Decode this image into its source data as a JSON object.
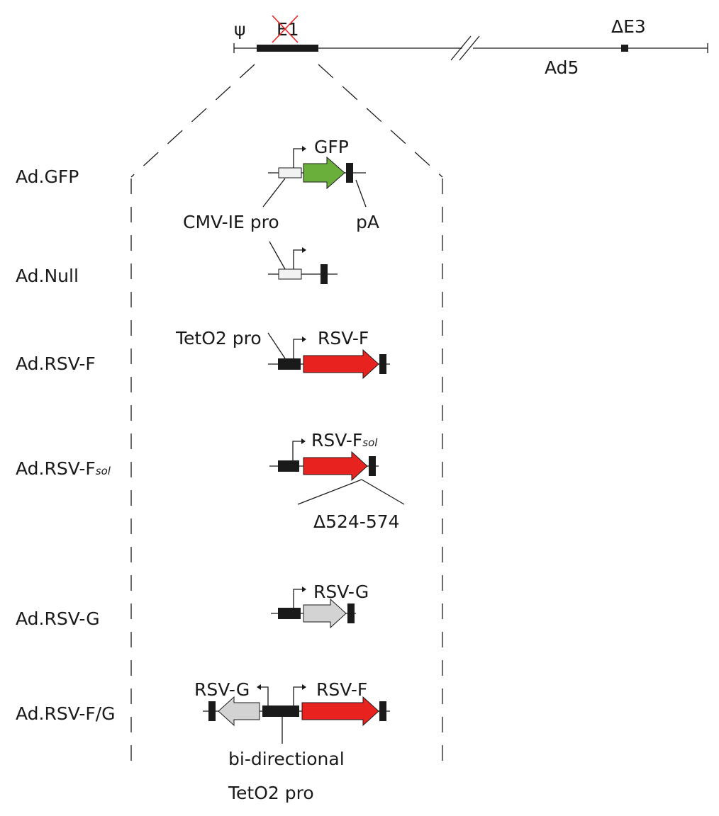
{
  "genome": {
    "psi_label": "ψ",
    "e1_label": "E1",
    "e3_label": "ΔE3",
    "ad5_label": "Ad5"
  },
  "constructs": [
    {
      "name": "Ad.GFP",
      "gene_label": "GFP",
      "gene_color": "#6aae3c"
    },
    {
      "name": "Ad.Null"
    },
    {
      "name": "Ad.RSV-F",
      "gene_label": "RSV-F",
      "gene_color": "#e8231f"
    },
    {
      "name_main": "Ad.RSV-F",
      "name_sub": "sol",
      "gene_label_main": "RSV-F",
      "gene_label_sub": "sol",
      "gene_color": "#e8231f"
    },
    {
      "name": "Ad.RSV-G",
      "gene_label": "RSV-G",
      "gene_color": "#d3d3d3"
    },
    {
      "name": "Ad.RSV-F/G",
      "gene_label_left": "RSV-G",
      "gene_label_right": "RSV-F"
    }
  ],
  "annotations": {
    "cmv_pro": "CMV-IE pro",
    "pa": "pA",
    "teto2_pro": "TetO2 pro",
    "deletion": "Δ524-574",
    "bidirectional_line1": "bi-directional",
    "bidirectional_line2": "TetO2 pro"
  }
}
